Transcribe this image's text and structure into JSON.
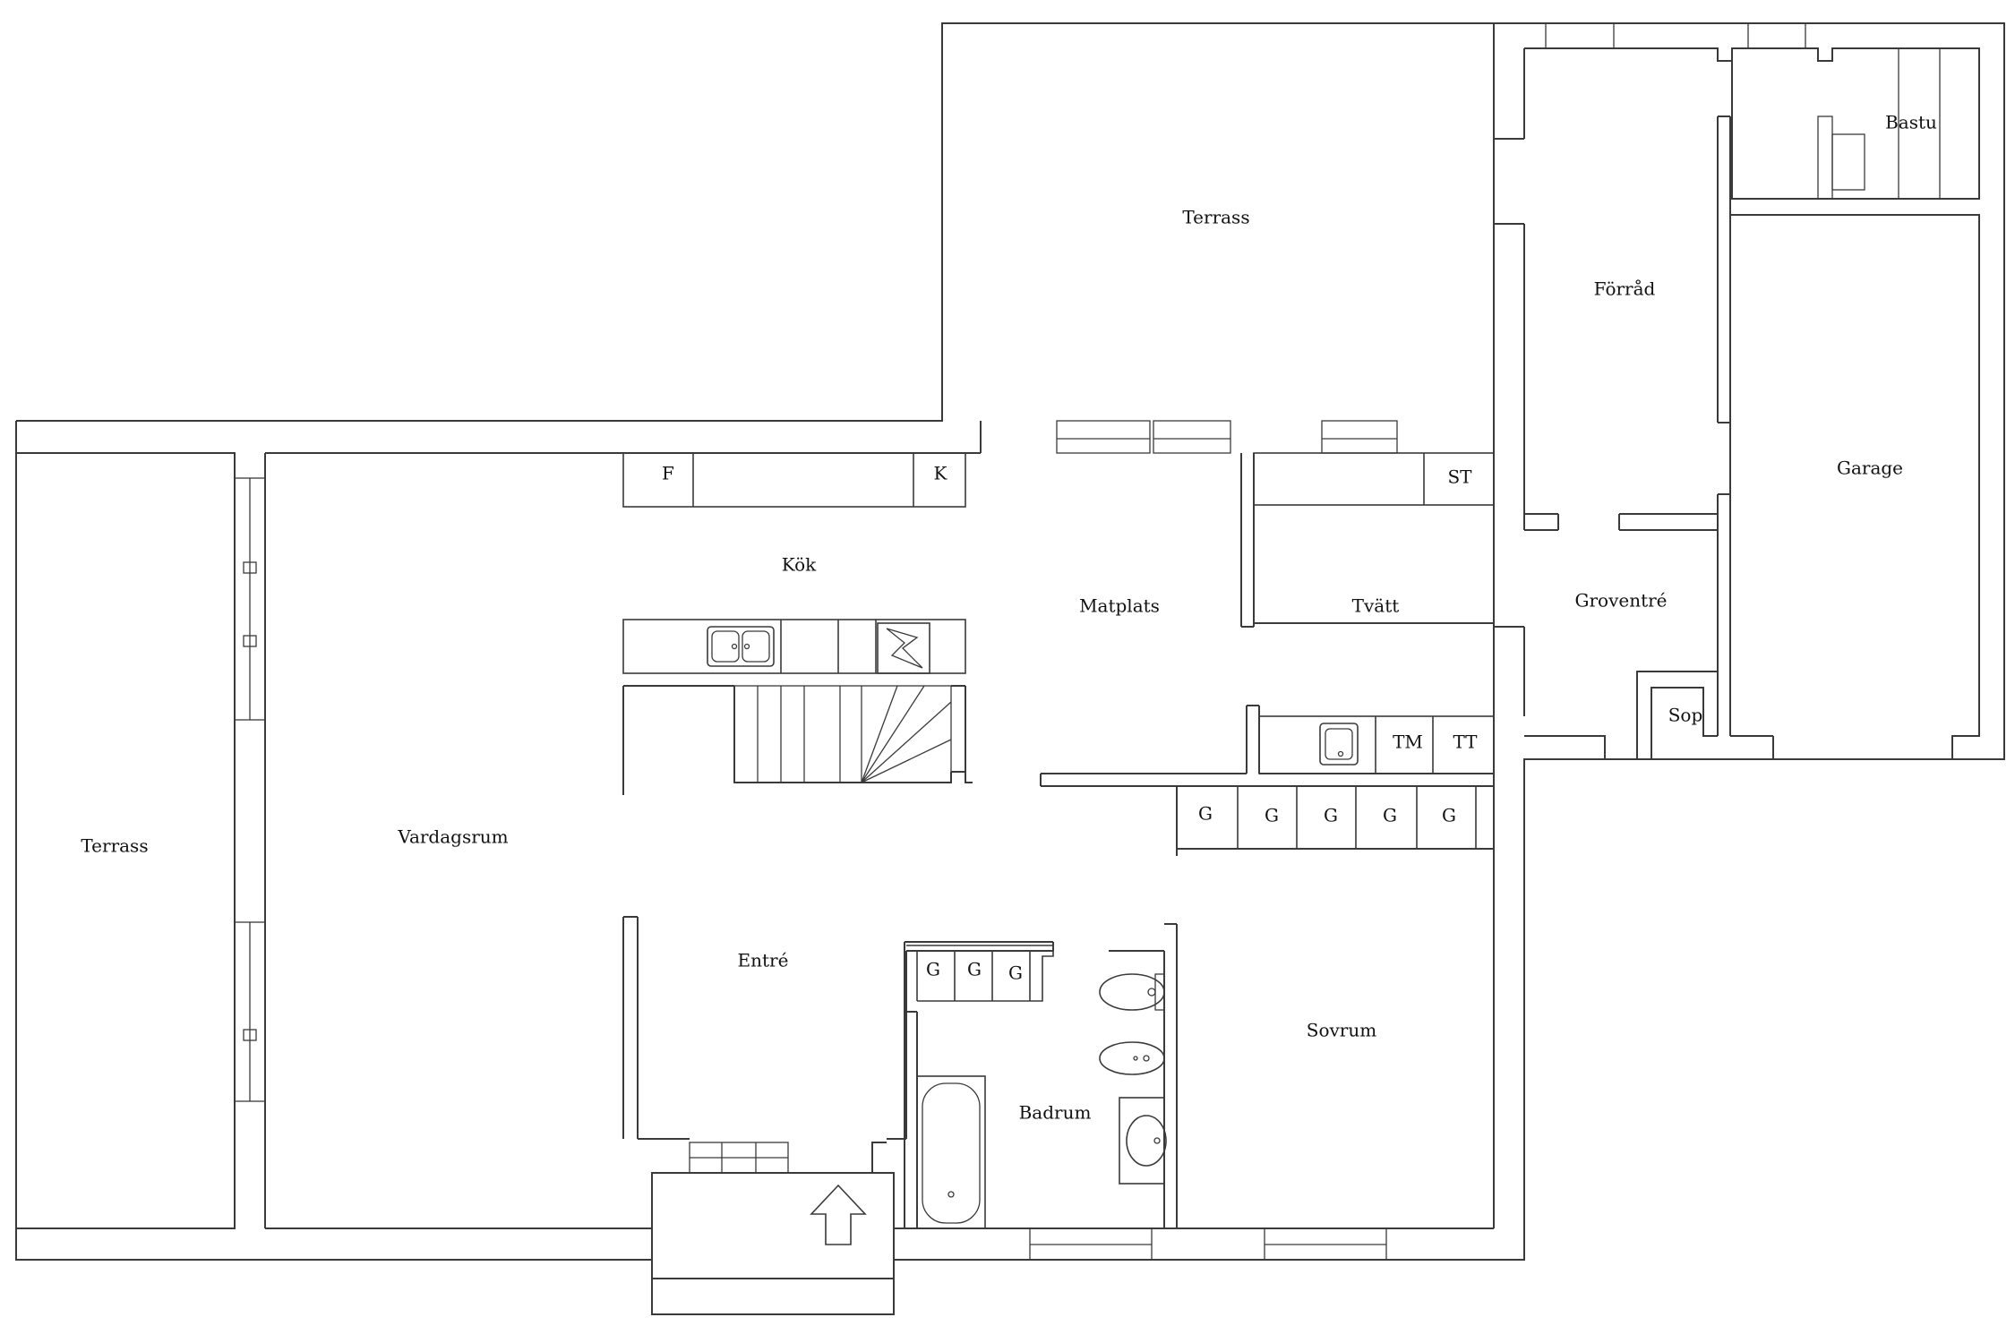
{
  "rooms": {
    "terrass_north": "Terrass",
    "terrass_west": "Terrass",
    "vardagsrum": "Vardagsrum",
    "kok": "Kök",
    "matplats": "Matplats",
    "tvatt": "Tvätt",
    "entre": "Entré",
    "badrum": "Badrum",
    "sovrum": "Sovrum",
    "forrad": "Förråd",
    "bastu": "Bastu",
    "garage": "Garage",
    "groventre": "Groventré",
    "sop": "Sop"
  },
  "fixtures": {
    "fridge": "F",
    "kitchen_k": "K",
    "storage_st": "ST",
    "washing_machine": "TM",
    "tumble_dryer": "TT",
    "wardrobe": "G"
  }
}
